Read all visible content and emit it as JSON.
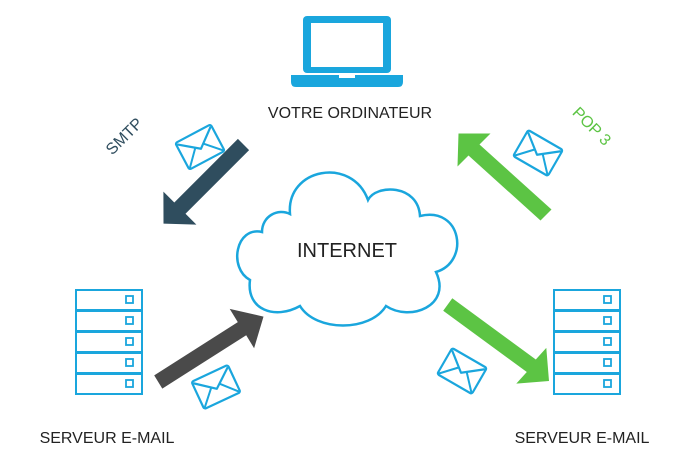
{
  "labels": {
    "computer": "VOTRE ORDINATEUR",
    "internet": "INTERNET",
    "server_left": "SERVEUR E-MAIL",
    "server_right": "SERVEUR E-MAIL",
    "protocol_send": "SMTP",
    "protocol_receive": "POP 3"
  },
  "colors": {
    "cyan": "#1aa6dd",
    "smtp_arrow": "#2f4d5e",
    "dark_arrow": "#4a4a4a",
    "green_arrow": "#5cc444"
  },
  "icons": [
    "laptop-icon",
    "cloud-icon",
    "server-icon",
    "envelope-icon",
    "arrow-icon"
  ]
}
